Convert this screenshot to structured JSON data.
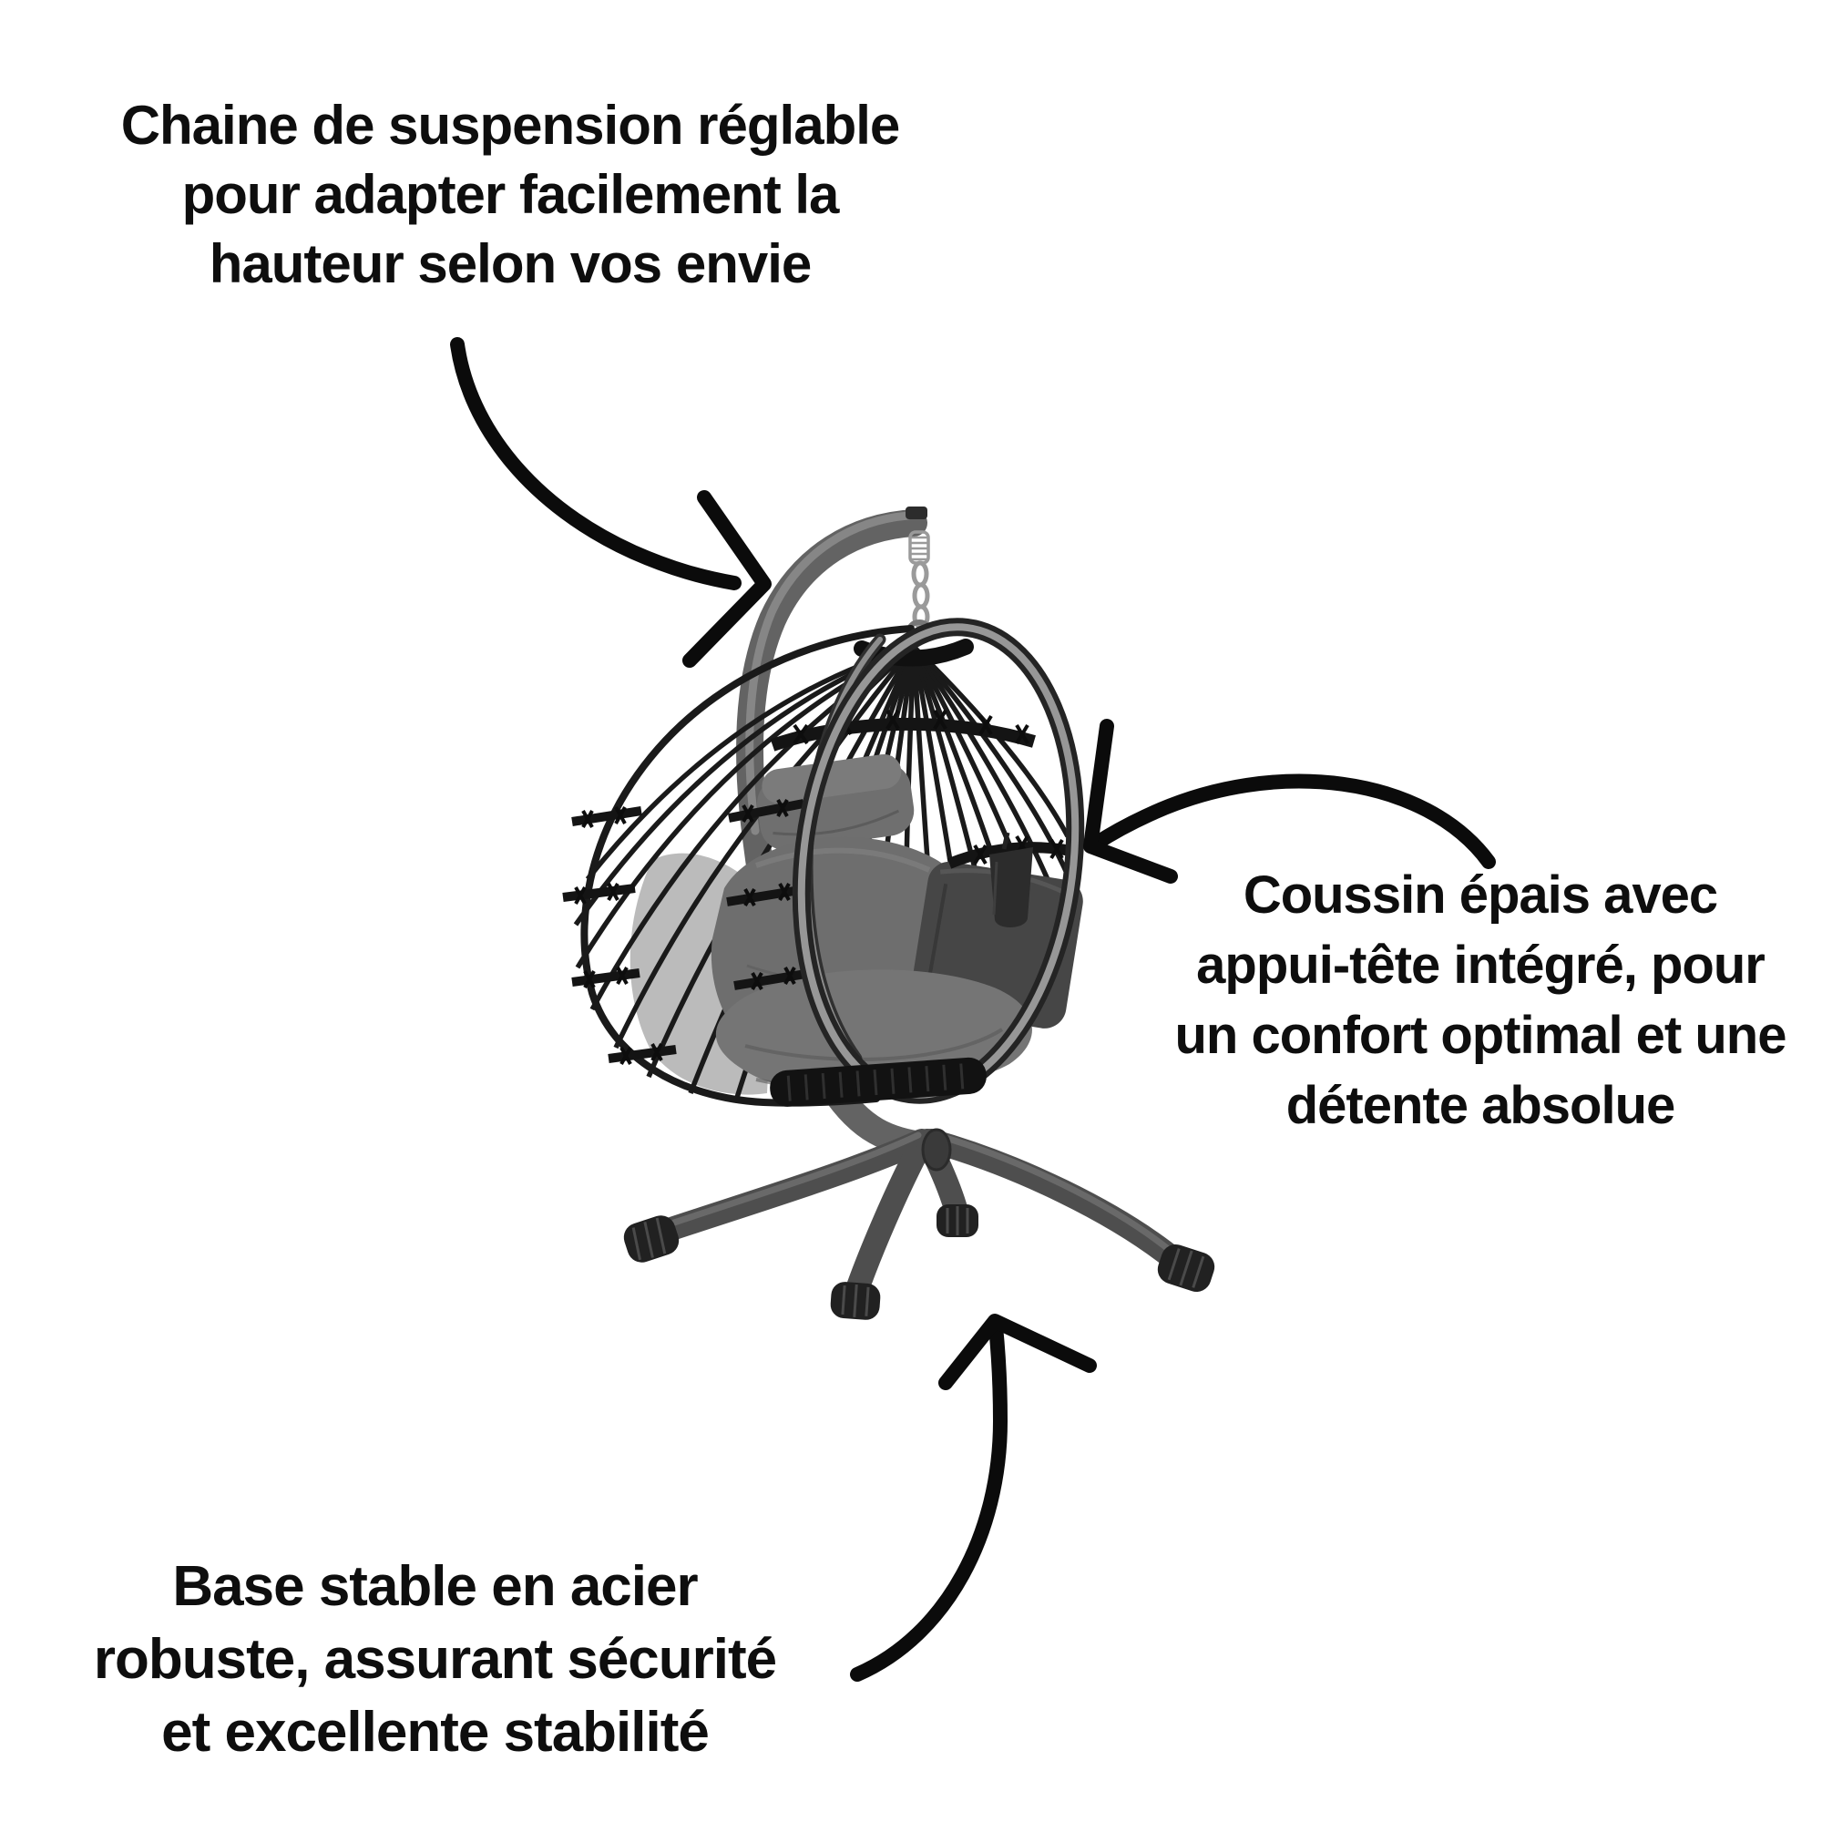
{
  "page": {
    "background": "#ffffff"
  },
  "colors": {
    "page_bg": "#ffffff",
    "text": "#0e0e0e",
    "arrow": "#0b0b0b",
    "frame_dark": "#1a1a1a",
    "pole_gray": "#636363",
    "pole_highlight": "#8c8c8c",
    "ring_core": "#979797",
    "chain_gray": "#9a9a9a",
    "cushion_gray": "#6e6e6e",
    "cushion_light": "#7b7b7b",
    "pillow_dark": "#464646",
    "seat_gray": "#757575",
    "foot_black": "#212121"
  },
  "annotations": {
    "suspension": {
      "lines": [
        "Chaine de suspension réglable",
        "pour adapter facilement la",
        "hauteur selon vos envie"
      ]
    },
    "cushion": {
      "lines": [
        "Coussin épais avec",
        "appui-tête intégré, pour",
        "un confort optimal et une",
        "détente absolue"
      ]
    },
    "base": {
      "lines": [
        "Base stable en acier",
        "robuste, assurant sécurité",
        "et excellente stabilité"
      ]
    }
  },
  "illustration": {
    "subject": "Fauteuil suspendu œuf avec support en acier",
    "parts": [
      "suspension-chain",
      "stand-pole",
      "egg-basket",
      "cushions-with-headrest",
      "cup-holder-pocket",
      "steel-base-legs"
    ]
  }
}
